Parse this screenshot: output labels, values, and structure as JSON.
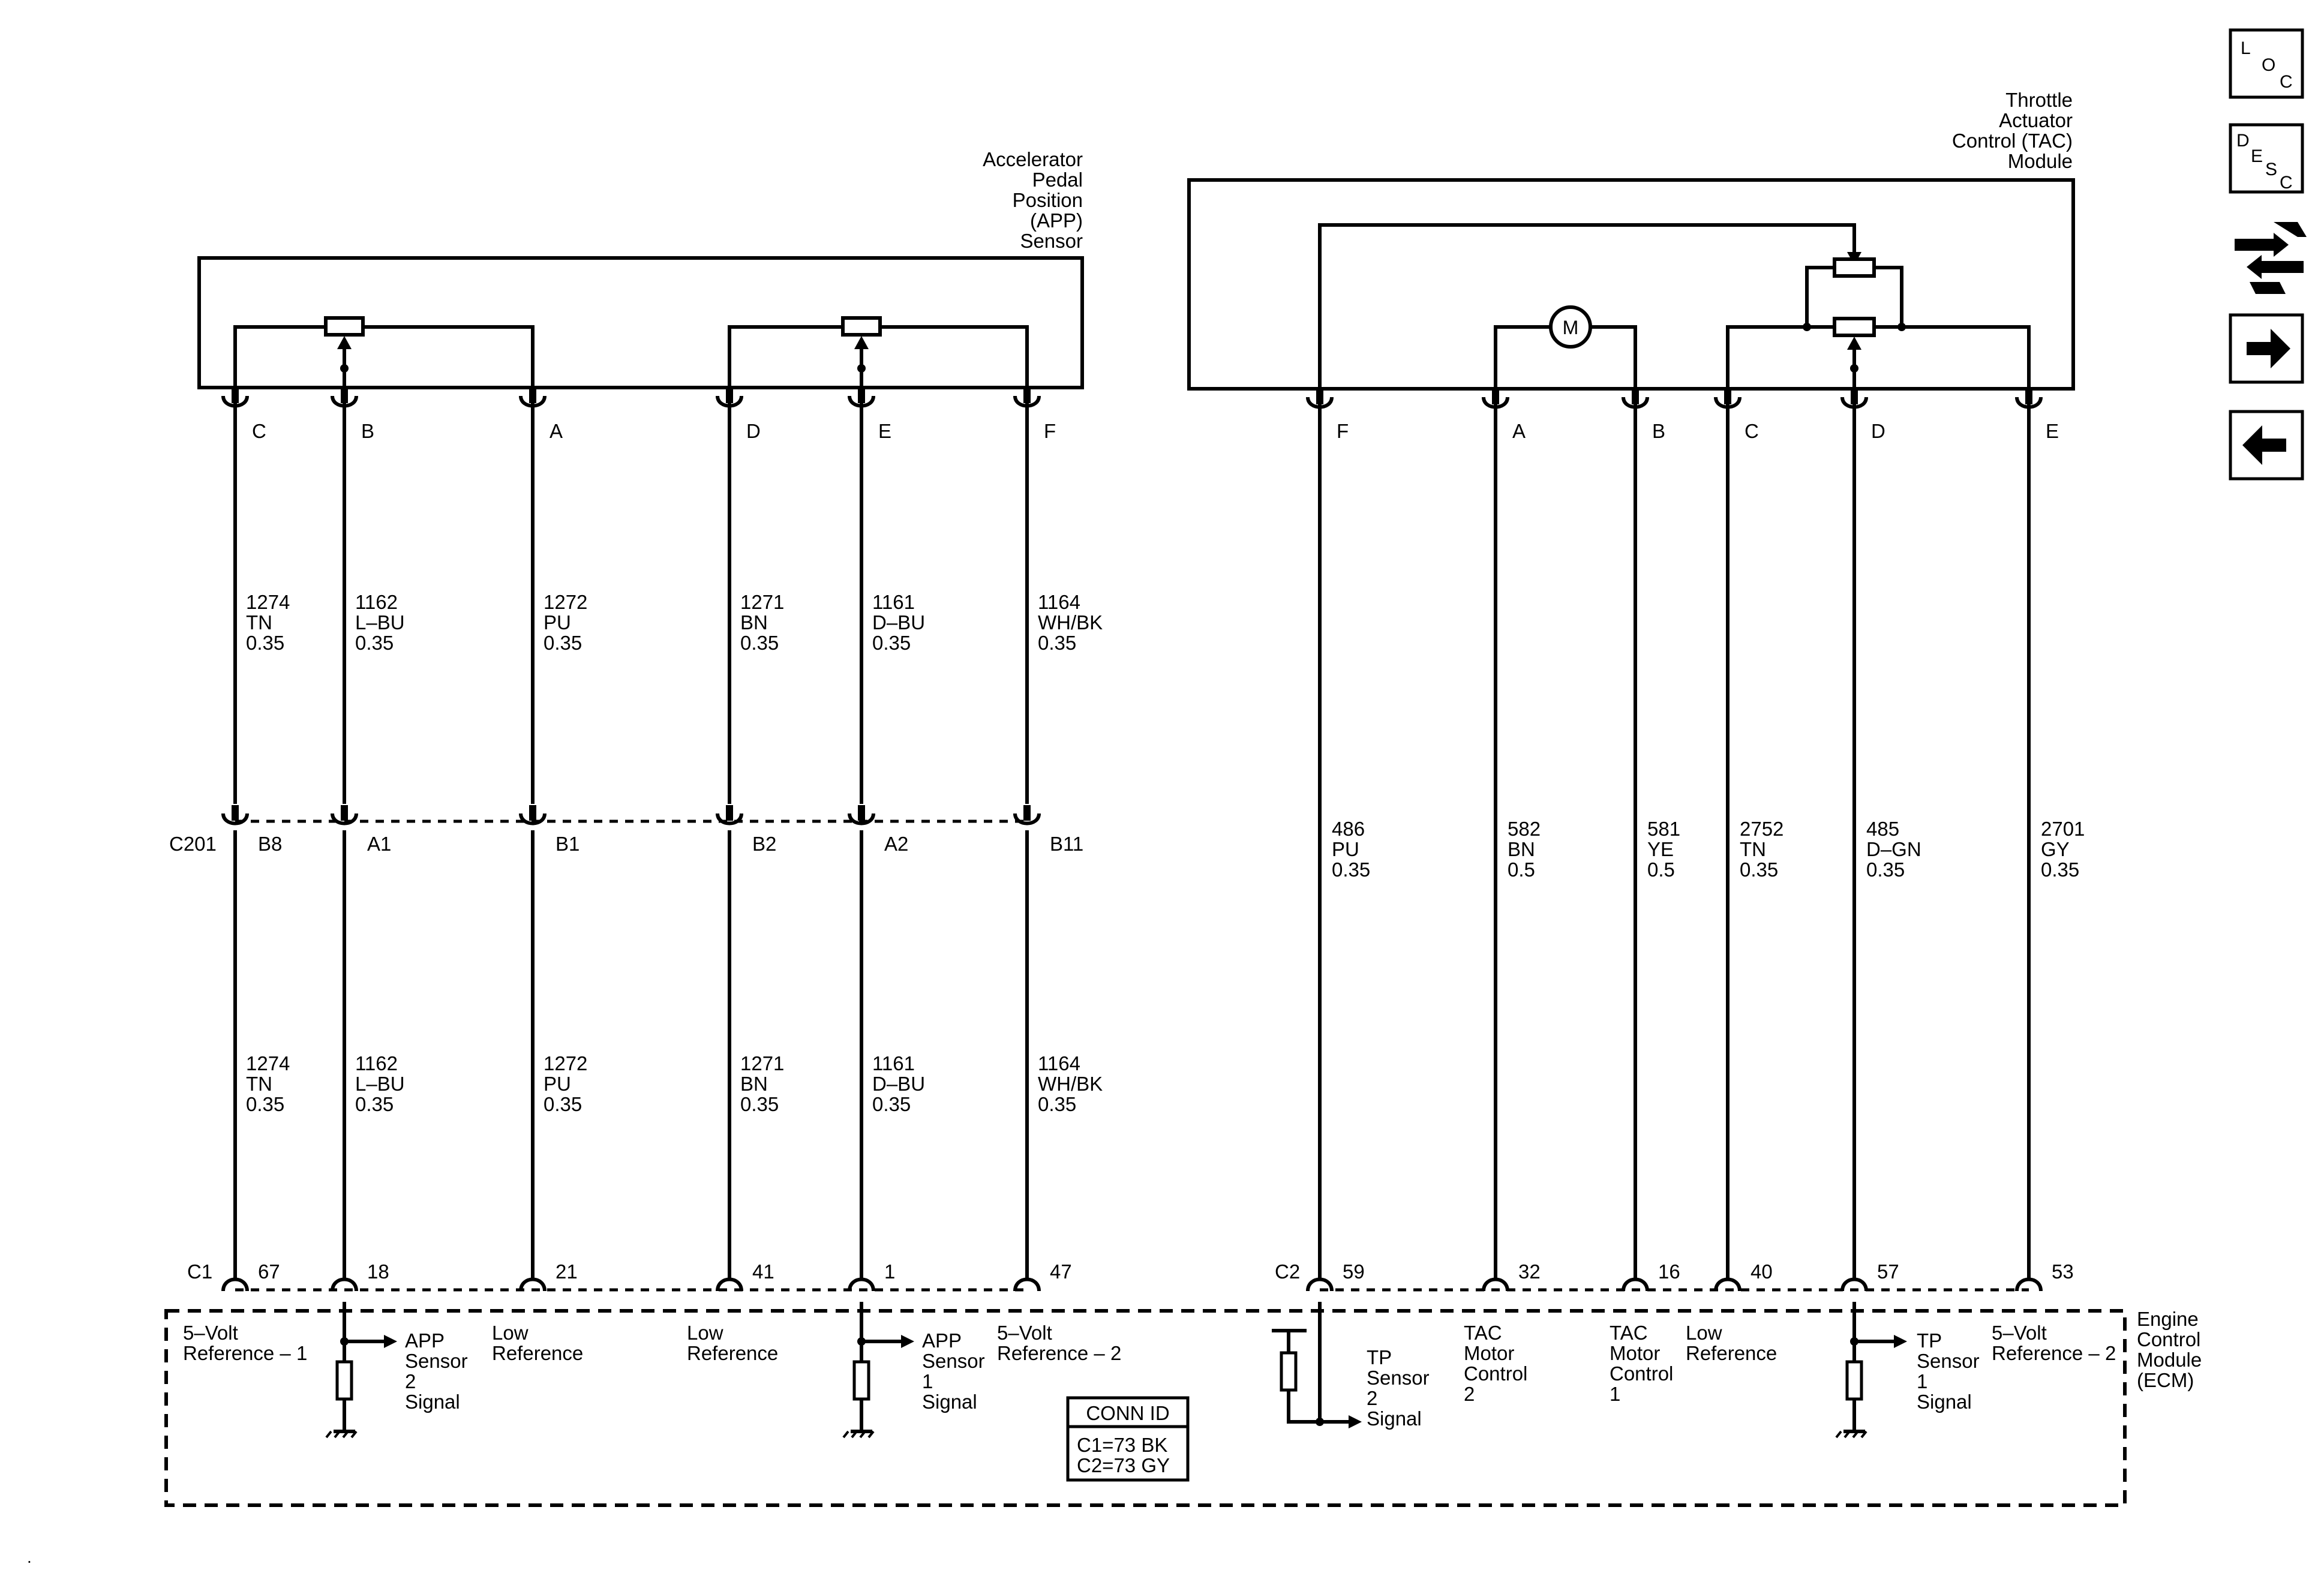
{
  "app": {
    "title": "Accelerator Pedal Position (APP) Sensor",
    "lines": [
      "Accelerator",
      "Pedal",
      "Position",
      "(APP)",
      "Sensor"
    ]
  },
  "tac": {
    "title": "Throttle Actuator Control (TAC) Module",
    "lines": [
      "Throttle",
      "Actuator",
      "Control (TAC)",
      "Module"
    ],
    "motor_label": "M"
  },
  "ecm": {
    "title": "Engine Control Module (ECM)",
    "lines": [
      "Engine",
      "Control",
      "Module",
      "(ECM)"
    ]
  },
  "connectors": {
    "inline": "C201",
    "c1": "C1",
    "c2": "C2",
    "conn_id": {
      "title": "CONN ID",
      "c1": "C1=73 BK",
      "c2": "C2=73 GY"
    }
  },
  "app_circuits": [
    {
      "pin": "C",
      "inline": "B8",
      "ecm_pin": "67",
      "circuit": "1274",
      "color": "TN",
      "gauge": "0.35",
      "ecm_func": [
        "5–Volt",
        "Reference – 1"
      ]
    },
    {
      "pin": "B",
      "inline": "A1",
      "ecm_pin": "18",
      "circuit": "1162",
      "color": "L–BU",
      "gauge": "0.35",
      "ecm_func": [
        "APP",
        "Sensor",
        "2",
        "Signal"
      ]
    },
    {
      "pin": "A",
      "inline": "B1",
      "ecm_pin": "21",
      "circuit": "1272",
      "color": "PU",
      "gauge": "0.35",
      "ecm_func": [
        "Low",
        "Reference"
      ]
    },
    {
      "pin": "D",
      "inline": "B2",
      "ecm_pin": "41",
      "circuit": "1271",
      "color": "BN",
      "gauge": "0.35",
      "ecm_func": [
        "Low",
        "Reference"
      ]
    },
    {
      "pin": "E",
      "inline": "A2",
      "ecm_pin": "1",
      "circuit": "1161",
      "color": "D–BU",
      "gauge": "0.35",
      "ecm_func": [
        "APP",
        "Sensor",
        "1",
        "Signal"
      ]
    },
    {
      "pin": "F",
      "inline": "B11",
      "ecm_pin": "47",
      "circuit": "1164",
      "color": "WH/BK",
      "gauge": "0.35",
      "ecm_func": [
        "5–Volt",
        "Reference – 2"
      ]
    }
  ],
  "tac_circuits": [
    {
      "pin": "F",
      "ecm_pin": "59",
      "circuit": "486",
      "color": "PU",
      "gauge": "0.35",
      "ecm_func": [
        "TP",
        "Sensor",
        "2",
        "Signal"
      ]
    },
    {
      "pin": "A",
      "ecm_pin": "32",
      "circuit": "582",
      "color": "BN",
      "gauge": "0.5",
      "ecm_func": [
        "TAC",
        "Motor",
        "Control",
        "2"
      ]
    },
    {
      "pin": "B",
      "ecm_pin": "16",
      "circuit": "581",
      "color": "YE",
      "gauge": "0.5",
      "ecm_func": [
        "TAC",
        "Motor",
        "Control",
        "1"
      ]
    },
    {
      "pin": "C",
      "ecm_pin": "40",
      "circuit": "2752",
      "color": "TN",
      "gauge": "0.35",
      "ecm_func": [
        "Low",
        "Reference"
      ]
    },
    {
      "pin": "D",
      "ecm_pin": "57",
      "circuit": "485",
      "color": "D–GN",
      "gauge": "0.35",
      "ecm_func": [
        "TP",
        "Sensor",
        "1",
        "Signal"
      ]
    },
    {
      "pin": "E",
      "ecm_pin": "53",
      "circuit": "2701",
      "color": "GY",
      "gauge": "0.35",
      "ecm_func": [
        "5–Volt",
        "Reference – 2"
      ]
    }
  ],
  "nav": {
    "loc": {
      "l": "L",
      "o": "O",
      "c": "C"
    },
    "desc": {
      "d": "D",
      "e": "E",
      "s": "S",
      "c": "C"
    },
    "icons": [
      "connector-flow-icon",
      "arrow-right-icon",
      "arrow-left-icon"
    ]
  },
  "footer_mark": "."
}
